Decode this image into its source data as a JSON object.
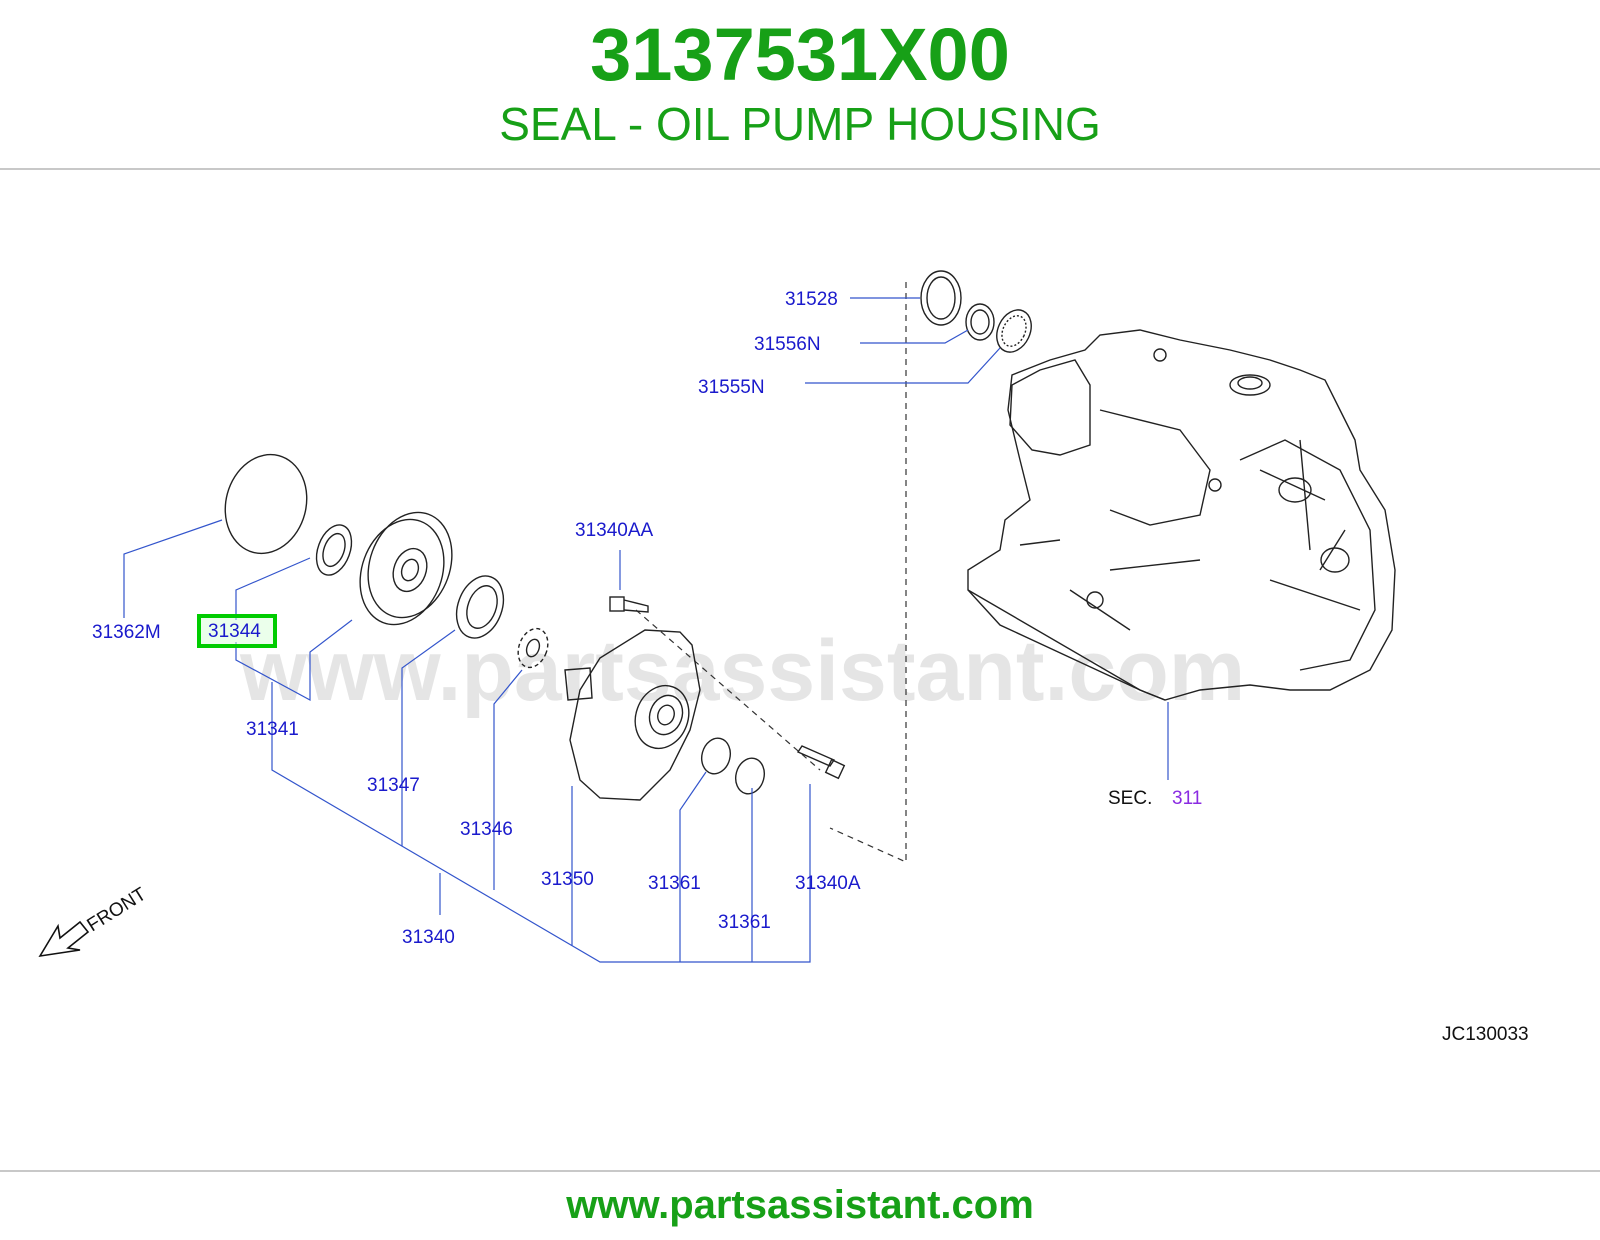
{
  "header": {
    "part_number": "3137531X00",
    "part_name": "SEAL - OIL PUMP HOUSING"
  },
  "diagram": {
    "labels": {
      "p31528": "31528",
      "p31556N": "31556N",
      "p31555N": "31555N",
      "p31340AA": "31340AA",
      "p31362M": "31362M",
      "p31344": "31344",
      "p31341": "31341",
      "p31347": "31347",
      "p31346": "31346",
      "p31350": "31350",
      "p31361a": "31361",
      "p31361b": "31361",
      "p31340A": "31340A",
      "p31340": "31340",
      "sec_prefix": "SEC.",
      "sec_number": "311",
      "front": "FRONT",
      "code": "JC130033"
    },
    "highlighted_part": "31344",
    "watermark": "www.partsassistant.com",
    "colors": {
      "title": "#17a017",
      "label": "#1a1acc",
      "highlight": "#00cc00",
      "section_link": "#8a2be2"
    }
  },
  "footer": {
    "url": "www.partsassistant.com"
  }
}
